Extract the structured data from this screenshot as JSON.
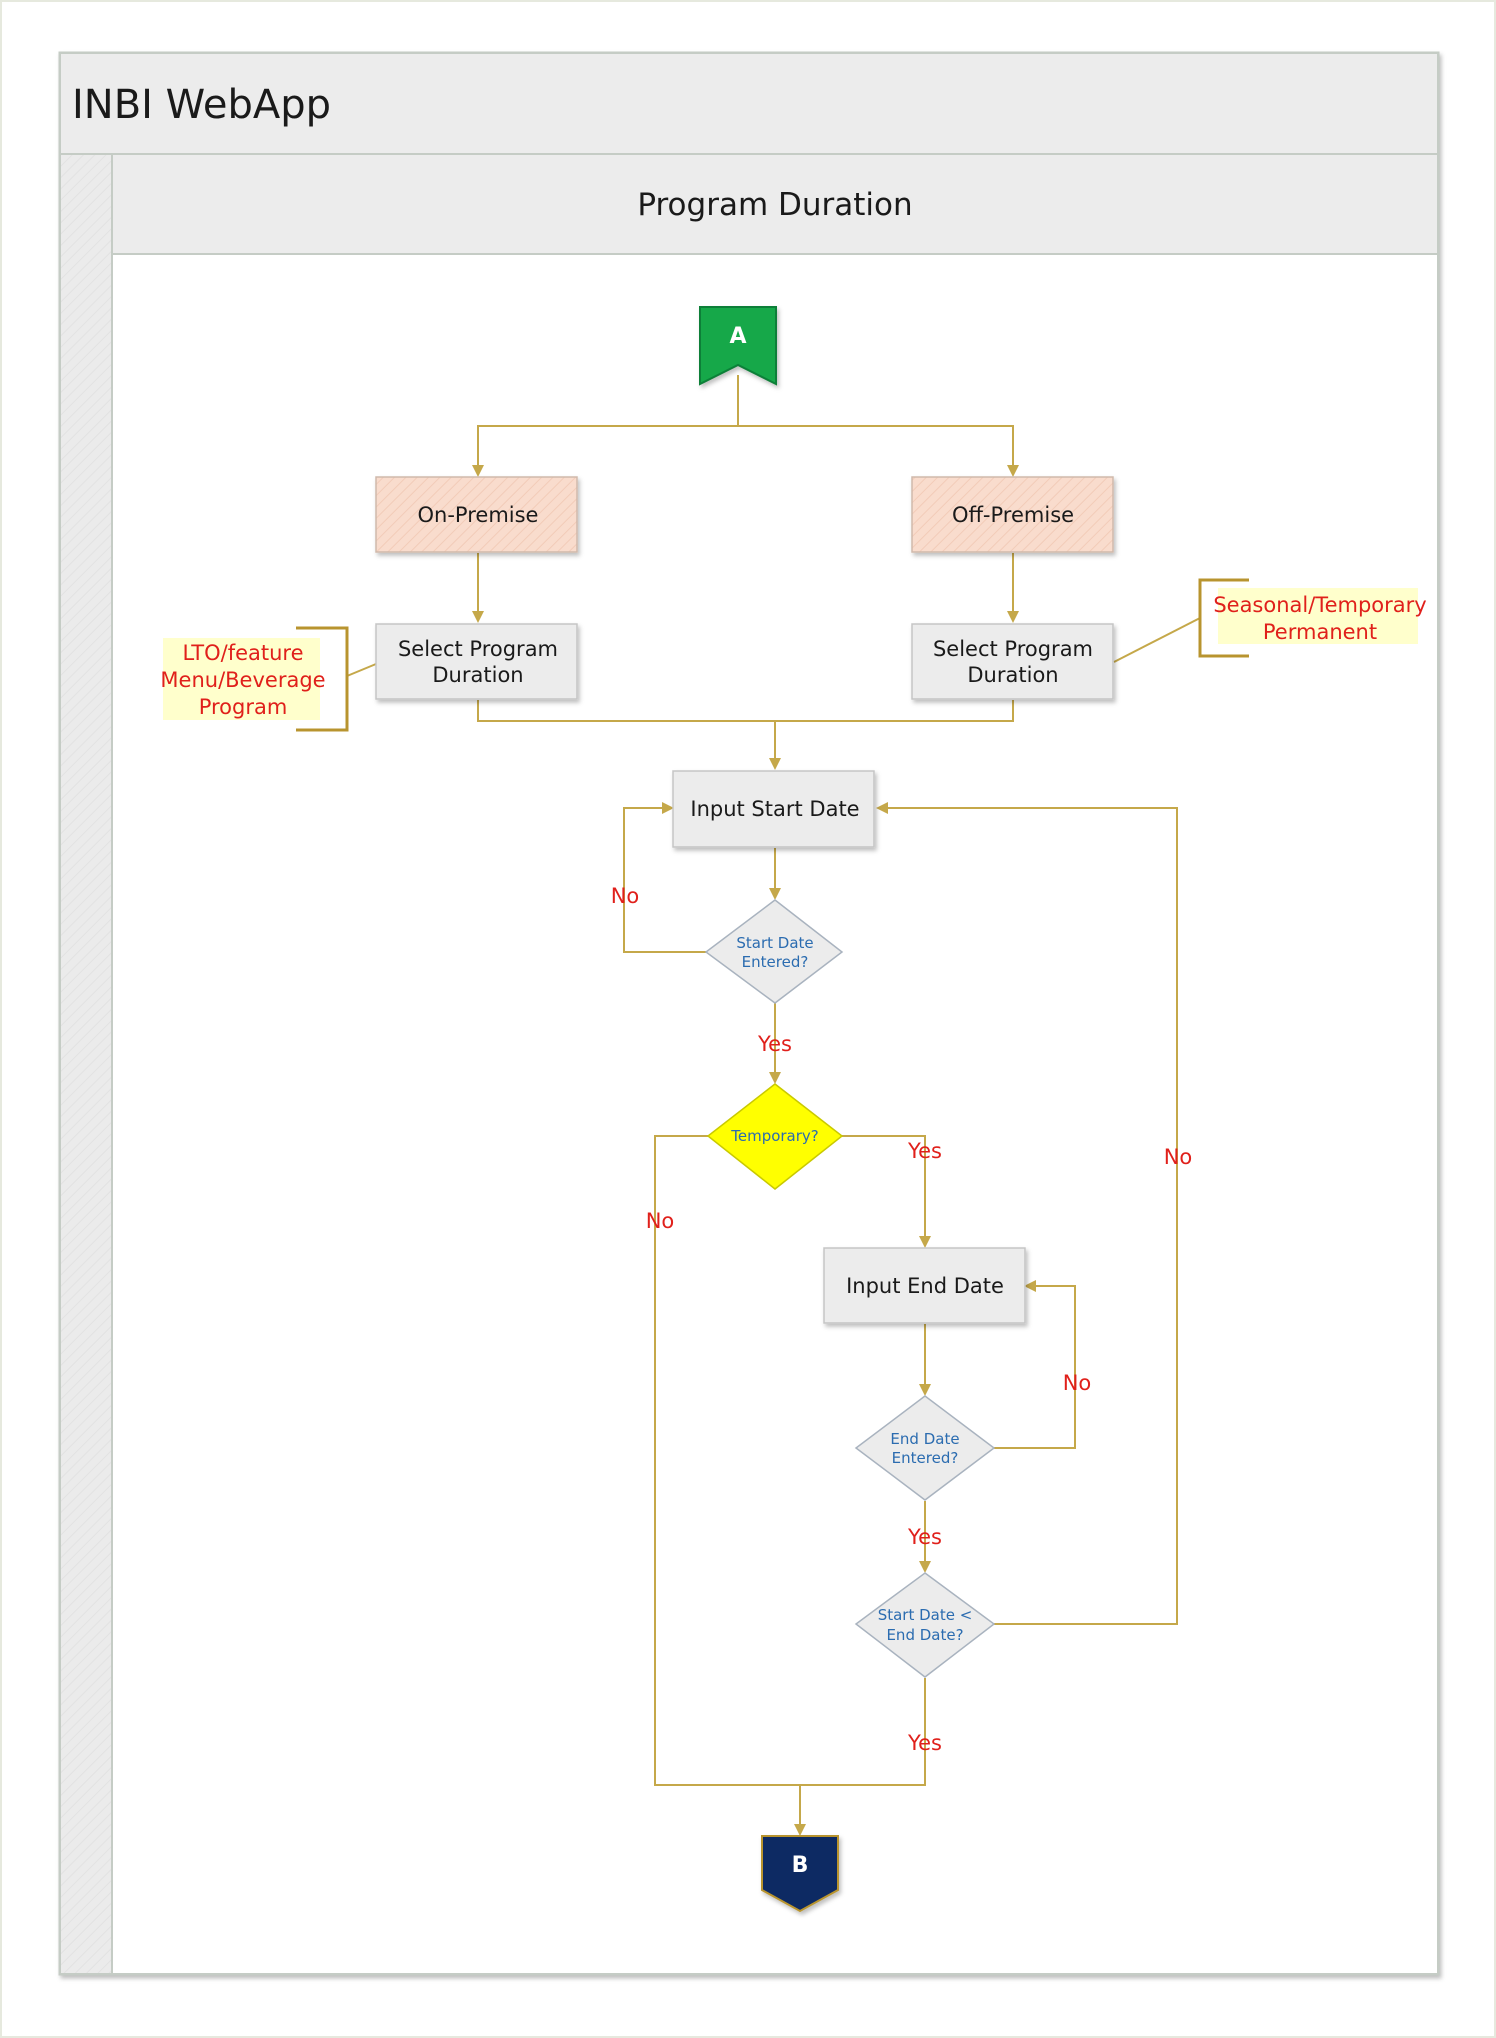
{
  "pool": {
    "title": "INBI WebApp"
  },
  "lane": {
    "title": "Program Duration"
  },
  "connectors": {
    "start": "A",
    "end": "B"
  },
  "nodes": {
    "on_premise": "On-Premise",
    "off_premise": "Off-Premise",
    "select_left": [
      "Select Program",
      "Duration"
    ],
    "select_right": [
      "Select Program",
      "Duration"
    ],
    "input_start": "Input Start Date",
    "start_entered": [
      "Start Date",
      "Entered?"
    ],
    "temporary": "Temporary?",
    "input_end": "Input End Date",
    "end_entered": [
      "End Date",
      "Entered?"
    ],
    "start_lt_end": [
      "Start Date <",
      "End Date?"
    ]
  },
  "annotations": {
    "left": [
      "LTO/feature",
      "Menu/Beverage",
      "Program"
    ],
    "right": [
      "Seasonal/Temporary",
      "Permanent"
    ]
  },
  "edge_labels": {
    "no_start": "No",
    "yes_start": "Yes",
    "yes_temp": "Yes",
    "no_temp": "No",
    "no_loop": "No",
    "no_end": "No",
    "yes_end": "Yes",
    "yes_final": "Yes"
  },
  "colors": {
    "connector_line": "#c5a84a",
    "label_red": "#e0201b",
    "decision_text": "#2b6cb0",
    "start_fill": "#12a84a",
    "end_fill": "#112a63",
    "premise_fill": "#f9dccd",
    "annotation_fill": "#ffffcc",
    "temporary_fill": "#ffff00",
    "bracket": "#b8942f"
  }
}
